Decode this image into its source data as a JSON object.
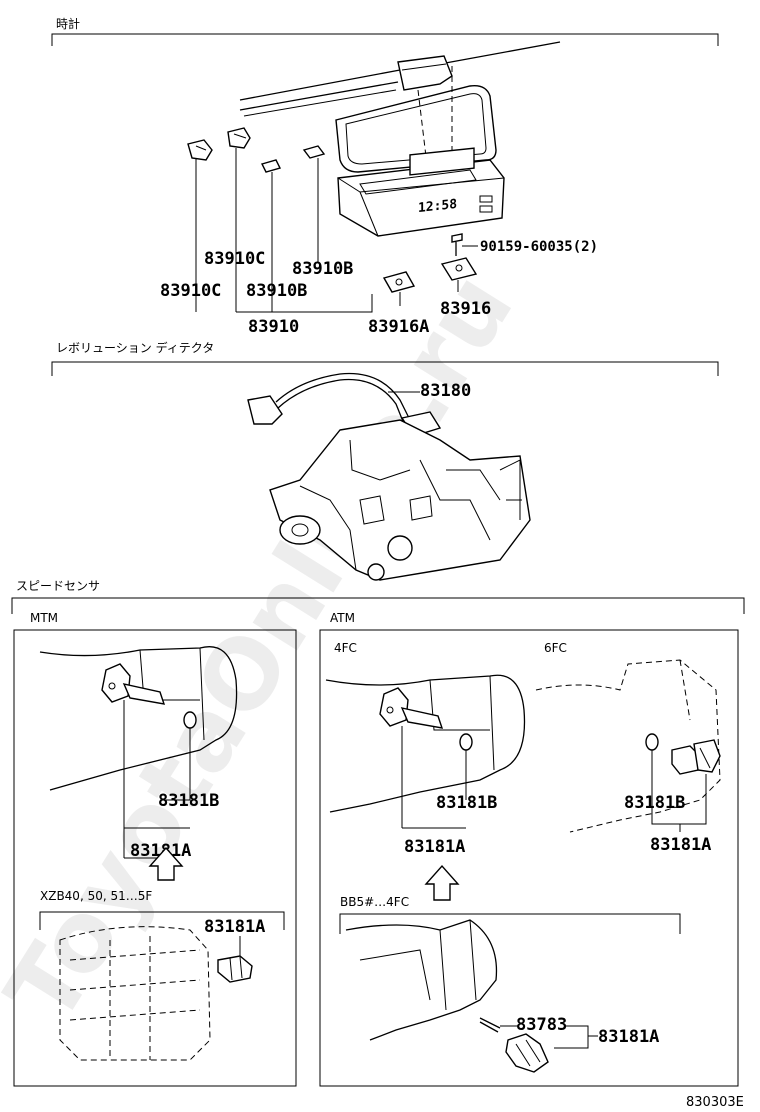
{
  "sections": {
    "clock": "時計",
    "revolution_detector": "レボリューション ディテクタ",
    "speed_sensor": "スピードセンサ",
    "mtm": "MTM",
    "atm": "ATM",
    "atm_4fc": "4FC",
    "atm_6fc": "6FC",
    "mtm_sub": "XZB40, 50, 51…5F",
    "atm_sub": "BB5#…4FC"
  },
  "parts": {
    "p83910c_a": "83910C",
    "p83910b_a": "83910B",
    "p83910c_b": "83910C",
    "p83910b_b": "83910B",
    "p83910": "83910",
    "p83916a": "83916A",
    "p83916": "83916",
    "p90159": "90159-60035(2)",
    "p83180": "83180",
    "mtm_83181b": "83181B",
    "mtm_83181a": "83181A",
    "mtm_sub_83181a": "83181A",
    "atm4_83181b": "83181B",
    "atm4_83181a": "83181A",
    "atm6_83181b": "83181B",
    "atm6_83181a": "83181A",
    "atm_sub_83783": "83783",
    "atm_sub_83181a": "83181A"
  },
  "clock_display": "12:58",
  "watermark": "ToyotaOnline.ru",
  "diagram_code": "830303E"
}
